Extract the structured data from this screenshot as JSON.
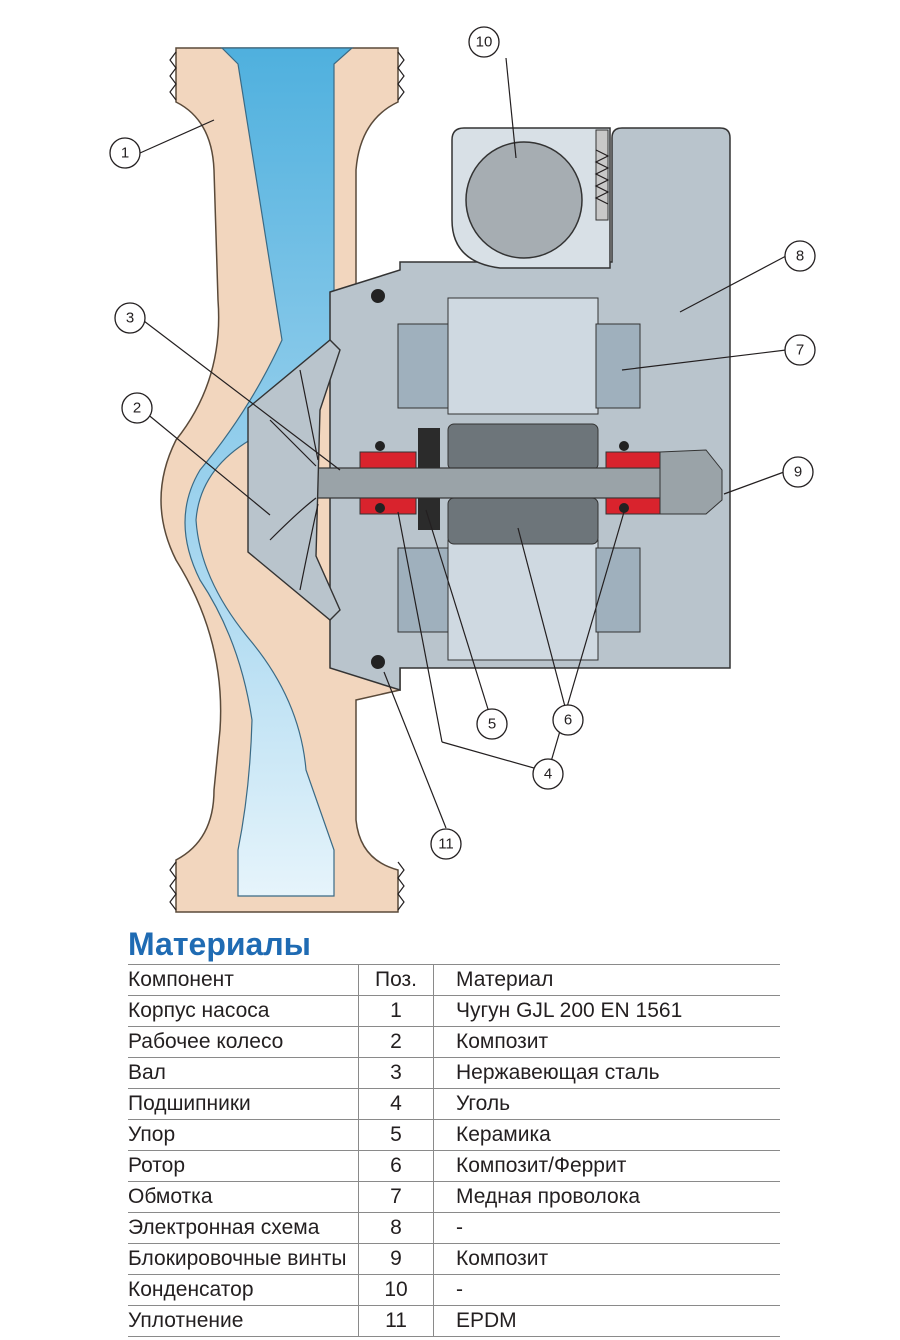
{
  "title": "Материалы",
  "table": {
    "headers": [
      "Компонент",
      "Поз.",
      "Материал"
    ],
    "rows": [
      [
        "Корпус насоса",
        "1",
        "Чугун GJL 200 EN 1561"
      ],
      [
        "Рабочее колесо",
        "2",
        "Композит"
      ],
      [
        "Вал",
        "3",
        "Нержавеющая сталь"
      ],
      [
        "Подшипники",
        "4",
        "Уголь"
      ],
      [
        "Упор",
        "5",
        "Керамика"
      ],
      [
        "Ротор",
        "6",
        "Композит/Феррит"
      ],
      [
        "Обмотка",
        "7",
        "Медная проволока"
      ],
      [
        "Электронная схема",
        "8",
        "-"
      ],
      [
        "Блокировочные винты",
        "9",
        "Композит"
      ],
      [
        "Конденсатор",
        "10",
        "-"
      ],
      [
        "Уплотнение",
        "11",
        "EPDM"
      ]
    ]
  },
  "callouts": [
    "1",
    "2",
    "3",
    "4",
    "5",
    "6",
    "7",
    "8",
    "9",
    "10",
    "11"
  ],
  "colors": {
    "accent": "#1f6bb3",
    "housing": "#f2d6be",
    "water": "#5fb6df",
    "motor_grey": "#b9c4cc",
    "seal_red": "#d9232d"
  }
}
